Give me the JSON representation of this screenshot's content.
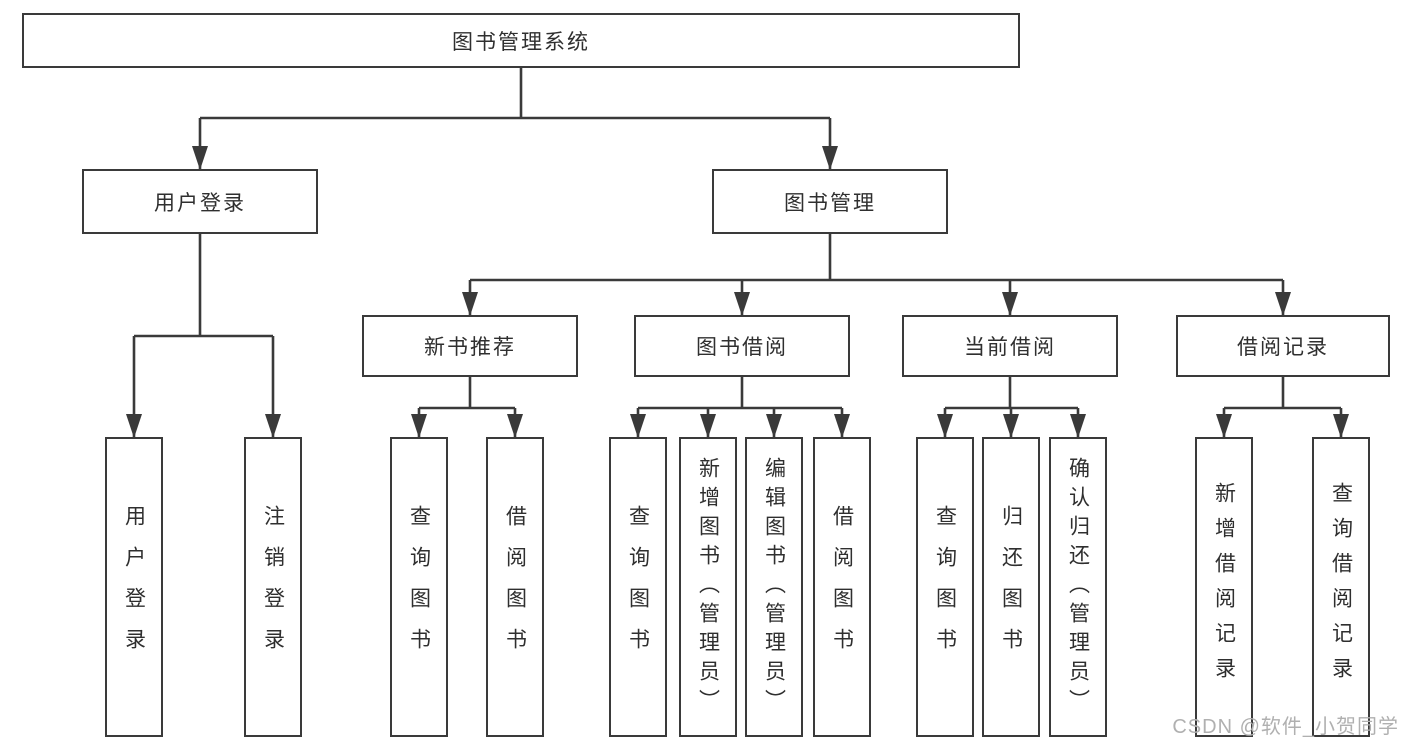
{
  "colors": {
    "line": "#3a3a3a",
    "box_border": "#3a3a3a",
    "text": "#2f2f2f",
    "watermark": "#b0b0b0",
    "background": "#ffffff"
  },
  "watermark": "CSDN @软件_小贺同学",
  "tree": {
    "root": {
      "label": "图书管理系统"
    },
    "level2": [
      {
        "label": "用户登录"
      },
      {
        "label": "图书管理"
      }
    ],
    "level3": [
      {
        "label": "新书推荐"
      },
      {
        "label": "图书借阅"
      },
      {
        "label": "当前借阅"
      },
      {
        "label": "借阅记录"
      }
    ],
    "leaves": {
      "login": [
        {
          "label": "用户登录"
        },
        {
          "label": "注销登录"
        }
      ],
      "recommend": [
        {
          "label": "查询图书"
        },
        {
          "label": "借阅图书"
        }
      ],
      "borrow": [
        {
          "label": "查询图书"
        },
        {
          "label": "新增图书（管理员）"
        },
        {
          "label": "编辑图书（管理员）"
        },
        {
          "label": "借阅图书"
        }
      ],
      "current": [
        {
          "label": "查询图书"
        },
        {
          "label": "归还图书"
        },
        {
          "label": "确认归还（管理员）"
        }
      ],
      "records": [
        {
          "label": "新增借阅记录"
        },
        {
          "label": "查询借阅记录"
        }
      ]
    }
  }
}
